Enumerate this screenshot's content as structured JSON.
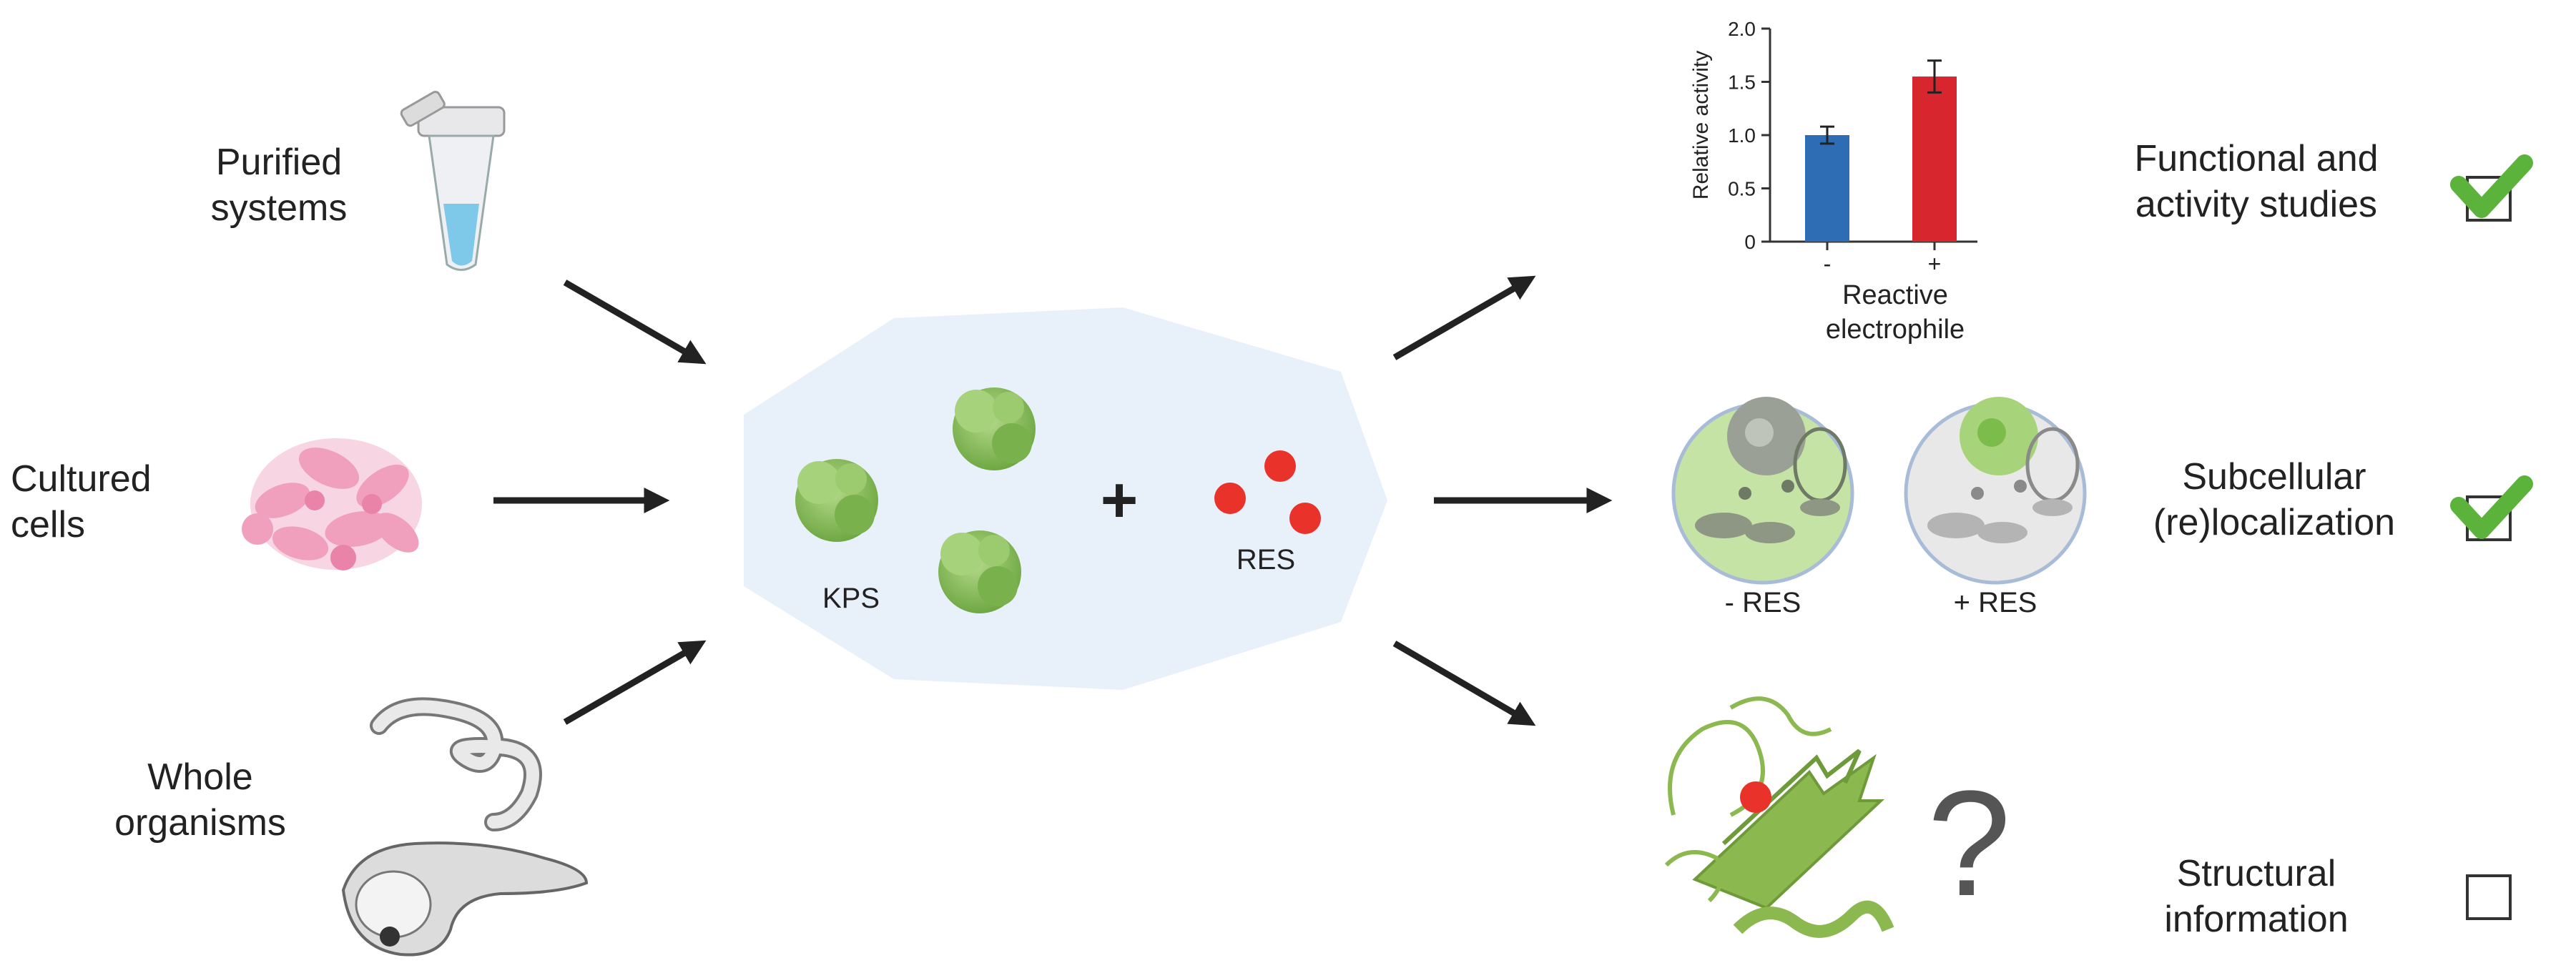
{
  "sources": {
    "purified": [
      "Purified",
      "systems"
    ],
    "cells": [
      "Cultured",
      "cells"
    ],
    "organisms": [
      "Whole",
      "organisms"
    ]
  },
  "center": {
    "kps_label": "KPS",
    "plus": "+",
    "res_label": "RES"
  },
  "chart_data": {
    "type": "bar",
    "categories": [
      "-",
      "+"
    ],
    "values": [
      1.0,
      1.55
    ],
    "errors": [
      0.08,
      0.15
    ],
    "colors": [
      "#2e6db4",
      "#d7262d"
    ],
    "ylabel": "Relative activity",
    "xlabel": [
      "Reactive",
      "electrophile"
    ],
    "ylim": [
      0,
      2.0
    ],
    "yticks": [
      "0",
      "0.5",
      "1.0",
      "1.5",
      "2.0"
    ]
  },
  "cells_panel": {
    "minus_label": "- RES",
    "plus_label": "+ RES"
  },
  "outcomes": [
    {
      "label": [
        "Functional and",
        "activity studies"
      ],
      "checked": true
    },
    {
      "label": [
        "Subcellular",
        "(re)localization"
      ],
      "checked": true
    },
    {
      "label": [
        "Structural",
        "information"
      ],
      "checked": false
    }
  ],
  "question_mark": "?",
  "colors": {
    "hexagon": "#e8f0fa",
    "kps_green": "#8fc461",
    "res_red": "#e8322a",
    "check_green": "#5bb33b",
    "cell_green": "#c6e3a6",
    "cell_grey": "#e6e6e6",
    "protein_green": "#8cb94f",
    "pink_cells": "#f0a0bd"
  }
}
